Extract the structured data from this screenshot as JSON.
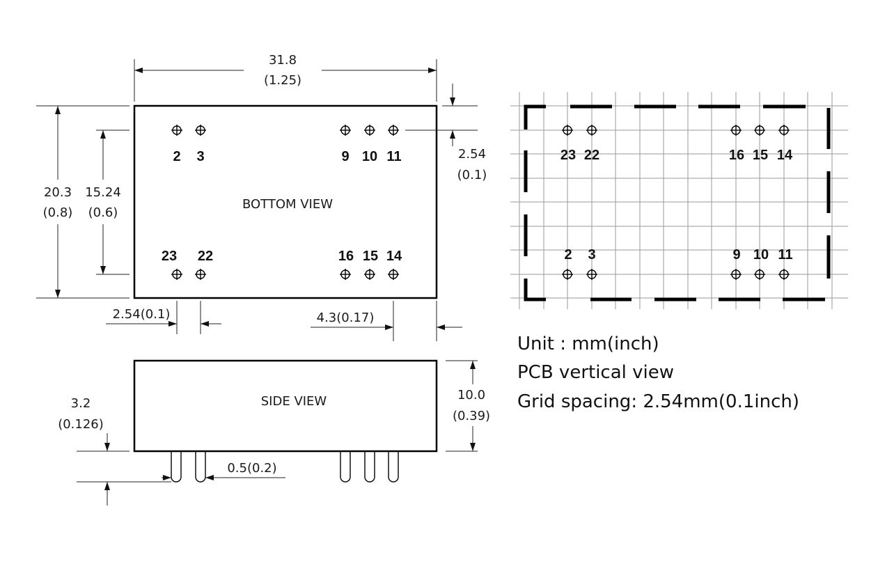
{
  "bottom_view": {
    "label": "BOTTOM VIEW",
    "width_mm": "31.8",
    "width_in": "(1.25)",
    "height_mm": "20.3",
    "height_in": "(0.8)",
    "row_span_mm": "15.24",
    "row_span_in": "(0.6)",
    "edge_offset_mm": "2.54",
    "edge_offset_in": "(0.1)",
    "pin_pitch": "2.54(0.1)",
    "pin_edge": "4.3(0.17)",
    "pins_top_left": [
      "2",
      "3"
    ],
    "pins_top_right": [
      "9",
      "10",
      "11"
    ],
    "pins_bottom_left": [
      "23",
      "22"
    ],
    "pins_bottom_right": [
      "16",
      "15",
      "14"
    ]
  },
  "side_view": {
    "label": "SIDE VIEW",
    "height_mm": "10.0",
    "height_in": "(0.39)",
    "pin_length_mm": "3.2",
    "pin_length_in": "(0.126)",
    "pin_diameter": "0.5(0.2)"
  },
  "pcb_view": {
    "pins_top_left": [
      "23",
      "22"
    ],
    "pins_top_right": [
      "16",
      "15",
      "14"
    ],
    "pins_bottom_left": [
      "2",
      "3"
    ],
    "pins_bottom_right": [
      "9",
      "10",
      "11"
    ]
  },
  "notes": {
    "unit": "Unit : mm(inch)",
    "view": "PCB vertical view",
    "grid": "Grid spacing: 2.54mm(0.1inch)"
  }
}
